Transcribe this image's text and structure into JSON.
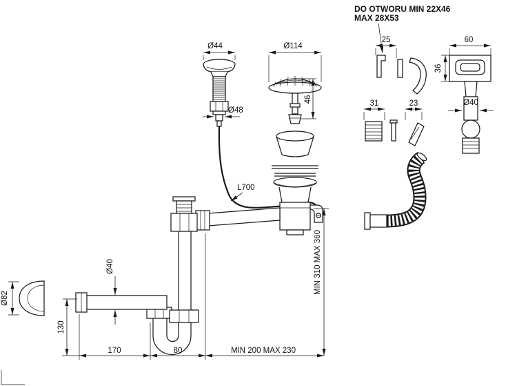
{
  "note": {
    "line1": "DO OTWORU MIN 22X46",
    "line2": "MAX 28X53"
  },
  "dimensions": {
    "knob_diameter": "Ø44",
    "strainer_diameter": "Ø114",
    "knob_nut_diameter": "Ø48",
    "plug_height": "46",
    "cable_length": "L700",
    "clip_width": "25",
    "overflow_width": "60",
    "overflow_height": "36",
    "sleeve_width": "31",
    "adapter_width": "23",
    "overflow_pipe_diameter": "Ø40",
    "outlet_pipe_diameter": "Ø40",
    "wall_flange_diameter": "Ø82",
    "outlet_height": "130",
    "outlet_length": "170",
    "trap_width": "80",
    "horizontal_span": "MIN 200 MAX 230",
    "vertical_span": "MIN 310 MAX 360"
  }
}
